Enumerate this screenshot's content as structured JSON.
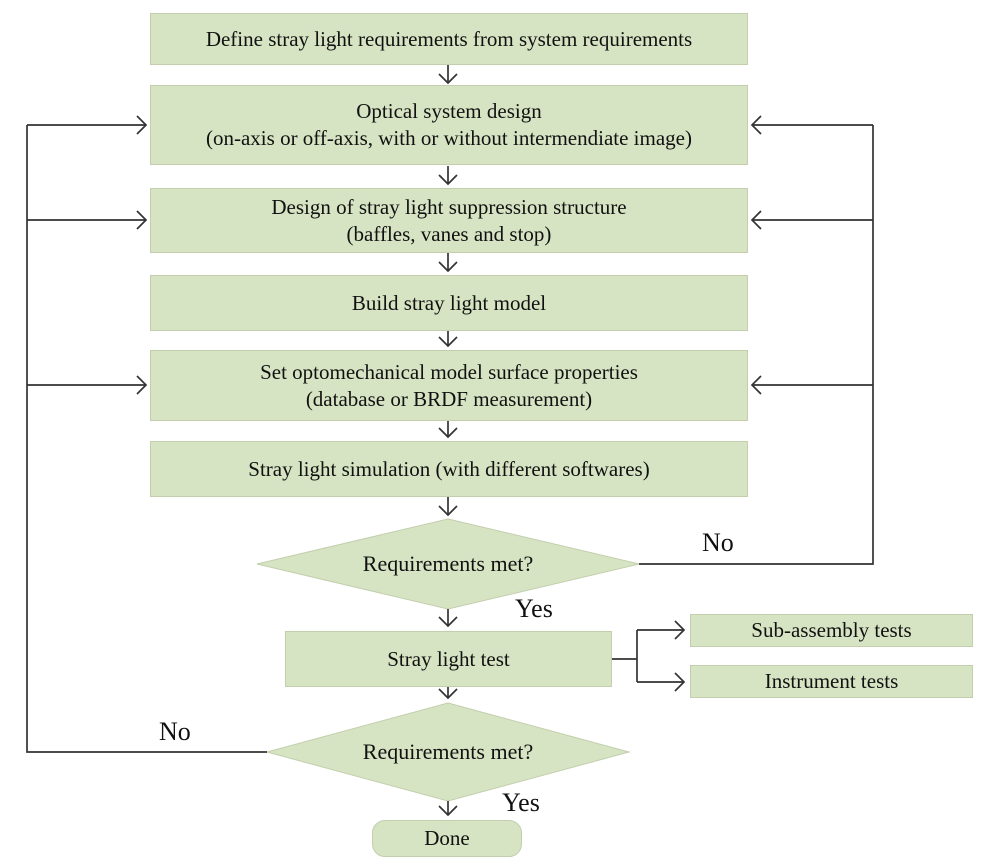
{
  "colors": {
    "background": "#ffffff",
    "node_fill": "#d7e4c3",
    "node_border": "#c2ceac",
    "line": "#333333",
    "text": "#111111"
  },
  "nodes": {
    "define_requirements": {
      "label": "Define stray light requirements from system requirements"
    },
    "optical_design": {
      "label": "Optical system design\n(on-axis or off-axis, with or without intermendiate image)"
    },
    "suppression_structure": {
      "label": "Design of stray light suppression structure\n(baffles, vanes and stop)"
    },
    "build_model": {
      "label": "Build stray light model"
    },
    "surface_properties": {
      "label": "Set optomechanical model surface properties\n(database or BRDF measurement)"
    },
    "simulation": {
      "label": "Stray light simulation (with different softwares)"
    },
    "decision_simulation": {
      "label": "Requirements met?"
    },
    "stray_light_test": {
      "label": "Stray light test"
    },
    "sub_assembly_tests": {
      "label": "Sub-assembly tests"
    },
    "instrument_tests": {
      "label": "Instrument tests"
    },
    "decision_test": {
      "label": "Requirements met?"
    },
    "done": {
      "label": "Done"
    }
  },
  "edge_labels": {
    "no_simulation": "No",
    "yes_simulation": "Yes",
    "no_test": "No",
    "yes_test": "Yes"
  }
}
